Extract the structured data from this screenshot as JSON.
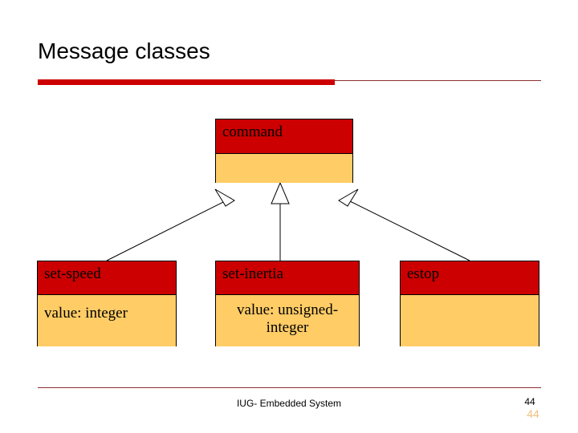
{
  "slide": {
    "title": "Message classes",
    "footer": "IUG- Embedded System",
    "page_number": "44",
    "page_number_shadow": "44",
    "accent_color": "#cc0000",
    "rule_color": "#8b2f2f",
    "class_header_color": "#cc0000",
    "class_body_color": "#ffcc66"
  },
  "diagram": {
    "type": "uml-class-inheritance",
    "parent": {
      "name": "command",
      "attributes": ""
    },
    "children": [
      {
        "name": "set-speed",
        "attributes": "value: integer"
      },
      {
        "name": "set-inertia",
        "attributes": "value: unsigned-integer"
      },
      {
        "name": "estop",
        "attributes": ""
      }
    ],
    "relationship": "generalization"
  }
}
